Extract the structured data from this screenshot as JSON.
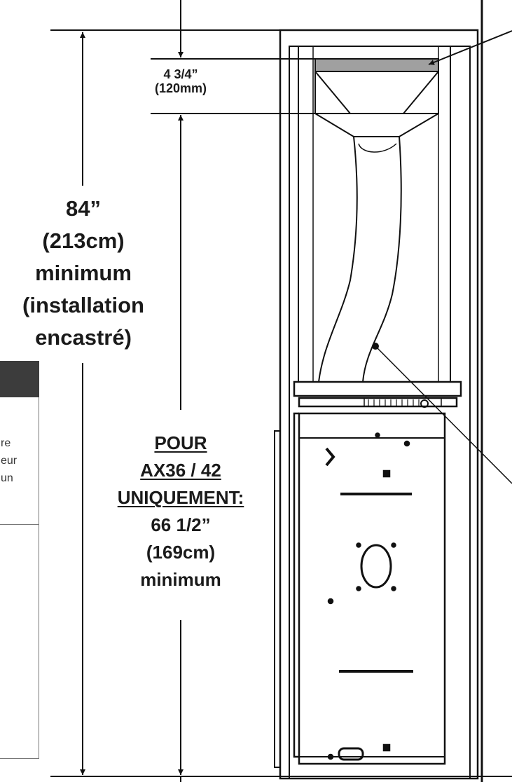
{
  "dimensions": {
    "top_gap_in": "4 3/4”",
    "top_gap_mm": "(120mm)",
    "total_height": [
      "84”",
      "(213cm)",
      "minimum",
      "(installation",
      "encastré)"
    ],
    "model_note": {
      "line1": "POUR ",
      "line2": "AX36 / 42 ",
      "line3": "UNIQUEMENT:",
      "line4": "66 1/2”",
      "line5": "(169cm)",
      "line6": "minimum"
    }
  },
  "side_note_partial": [
    "re",
    "eur",
    "un"
  ],
  "colors": {
    "line": "#111111",
    "tab_fill": "#3c3c3c",
    "vent_fill": "#a0a0a0"
  }
}
